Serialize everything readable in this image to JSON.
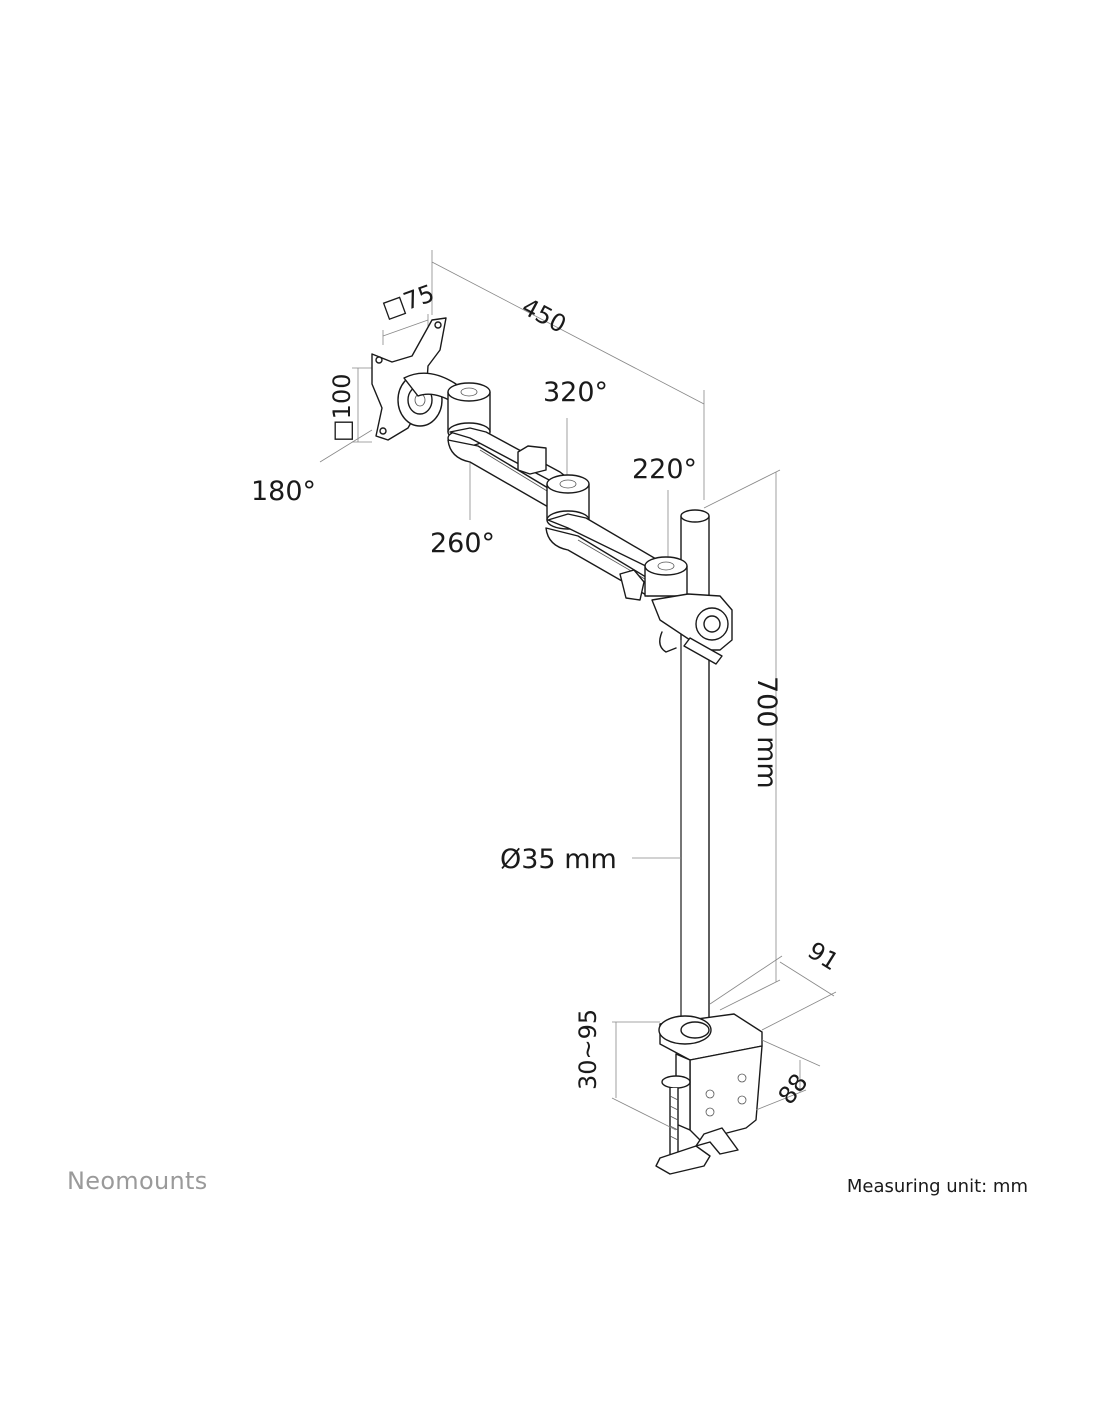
{
  "labels": {
    "vesa_75": "□75",
    "vesa_100": "□100",
    "arm_length": "450",
    "rot_320": "320°",
    "rot_220": "220°",
    "rot_180": "180°",
    "rot_260": "260°",
    "pole_height": "700 mm",
    "pole_diameter": "Ø35 mm",
    "clamp_range": "30~95",
    "clamp_depth": "91",
    "clamp_width": "88"
  },
  "footer": {
    "brand": "Neomounts",
    "measuring_unit": "Measuring unit: mm"
  }
}
